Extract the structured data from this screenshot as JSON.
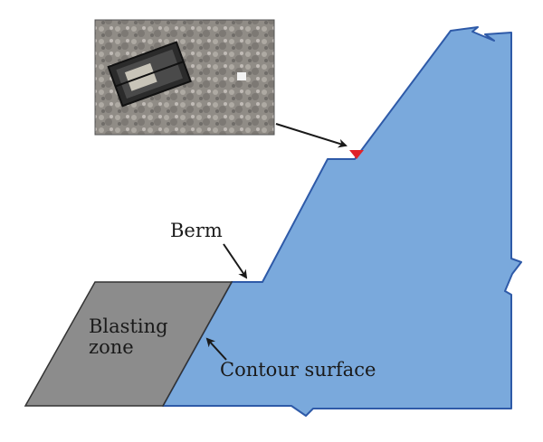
{
  "labels": {
    "berm": "Berm",
    "blasting_zone_line1": "Blasting",
    "blasting_zone_line2": "zone",
    "contour_surface": "Contour surface"
  },
  "colors": {
    "slope_fill": "#7aa9dc",
    "slope_stroke": "#2e5aa8",
    "blast_fill": "#8c8c8c",
    "blast_stroke": "#333333",
    "marker": "#e0222a",
    "arrow": "#1a1a1a"
  },
  "icons": {
    "photo": "monitoring-instrument-photo",
    "marker": "red-triangle-marker-icon"
  }
}
